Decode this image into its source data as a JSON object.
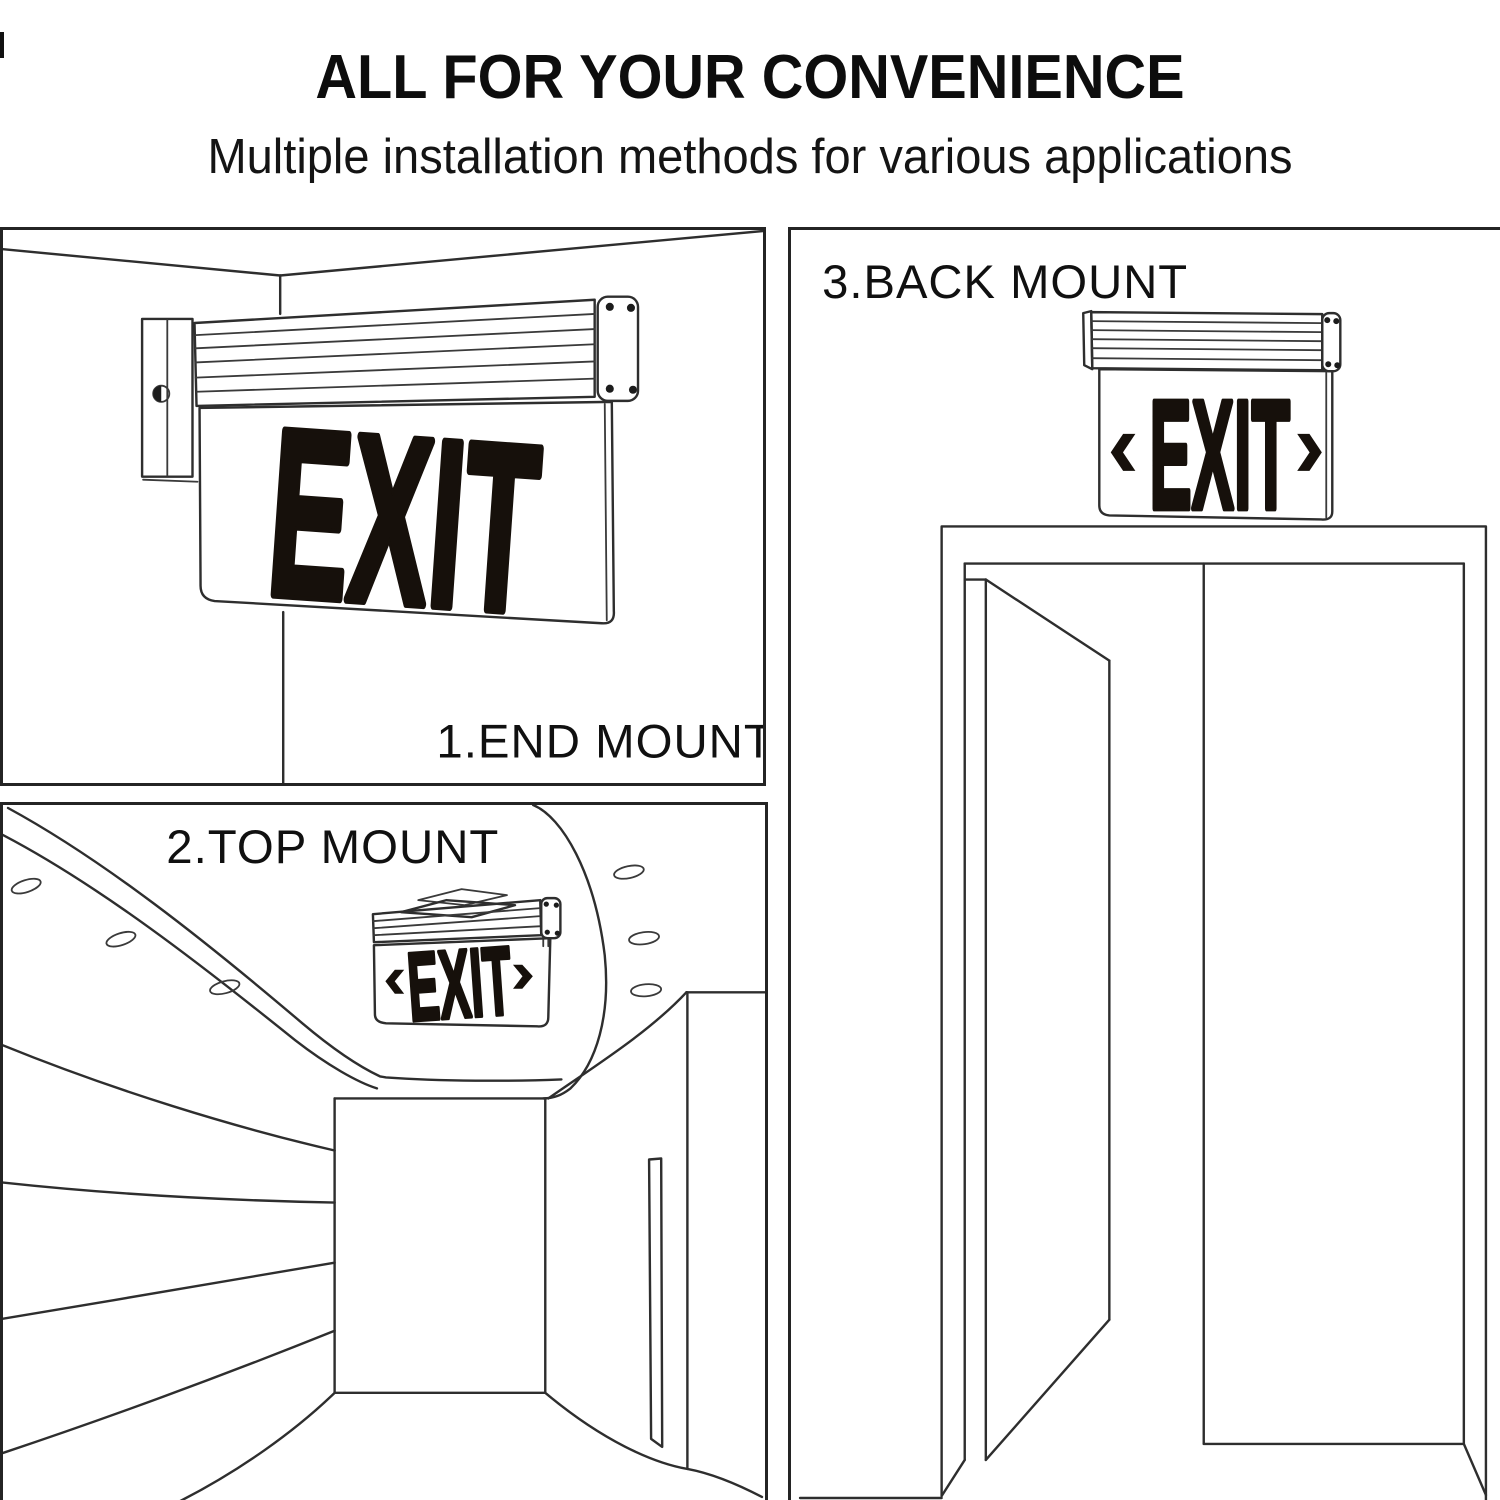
{
  "canvas": {
    "background": "#ffffff",
    "line_color": "#2e2e2e",
    "sign_ink_color": "#16100b",
    "text_color": "#111111"
  },
  "header": {
    "title": "ALL FOR YOUR CONVENIENCE",
    "subtitle": "Multiple installation methods for various applications"
  },
  "panels": [
    {
      "key": "end-mount",
      "label": "1.END MOUNT",
      "sign": {
        "text": "EXIT",
        "arrows": false
      }
    },
    {
      "key": "top-mount",
      "label": "2.TOP MOUNT",
      "sign": {
        "text": "EXIT",
        "arrows": true,
        "arrow_left": "‹",
        "arrow_right": "›"
      }
    },
    {
      "key": "back-mount",
      "label": "3.BACK MOUNT",
      "sign": {
        "text": "EXIT",
        "arrows": true,
        "arrow_left": "‹",
        "arrow_right": "›"
      }
    }
  ],
  "icons": {
    "chevron_left": "‹",
    "chevron_right": "›",
    "screw": "●",
    "ceiling_light": "⬭"
  }
}
